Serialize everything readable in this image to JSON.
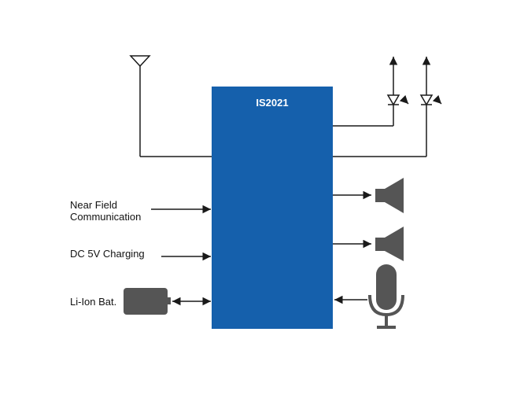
{
  "chip": {
    "name": "IS2021",
    "fill": "#1560ac",
    "label_color": "#ffffff"
  },
  "inputs": {
    "nfc_line1": "Near Field",
    "nfc_line2": "Communication",
    "charging": "DC 5V Charging",
    "battery": "Li-Ion Bat."
  },
  "icons": {
    "antenna": "antenna-icon",
    "leds": [
      "led-icon",
      "led-icon"
    ],
    "speakers": [
      "speaker-icon",
      "speaker-icon"
    ],
    "microphone": "microphone-icon",
    "battery": "battery-icon"
  },
  "colors": {
    "line": "#1a1a1a",
    "icon_gray": "#555555",
    "text": "#111111"
  }
}
